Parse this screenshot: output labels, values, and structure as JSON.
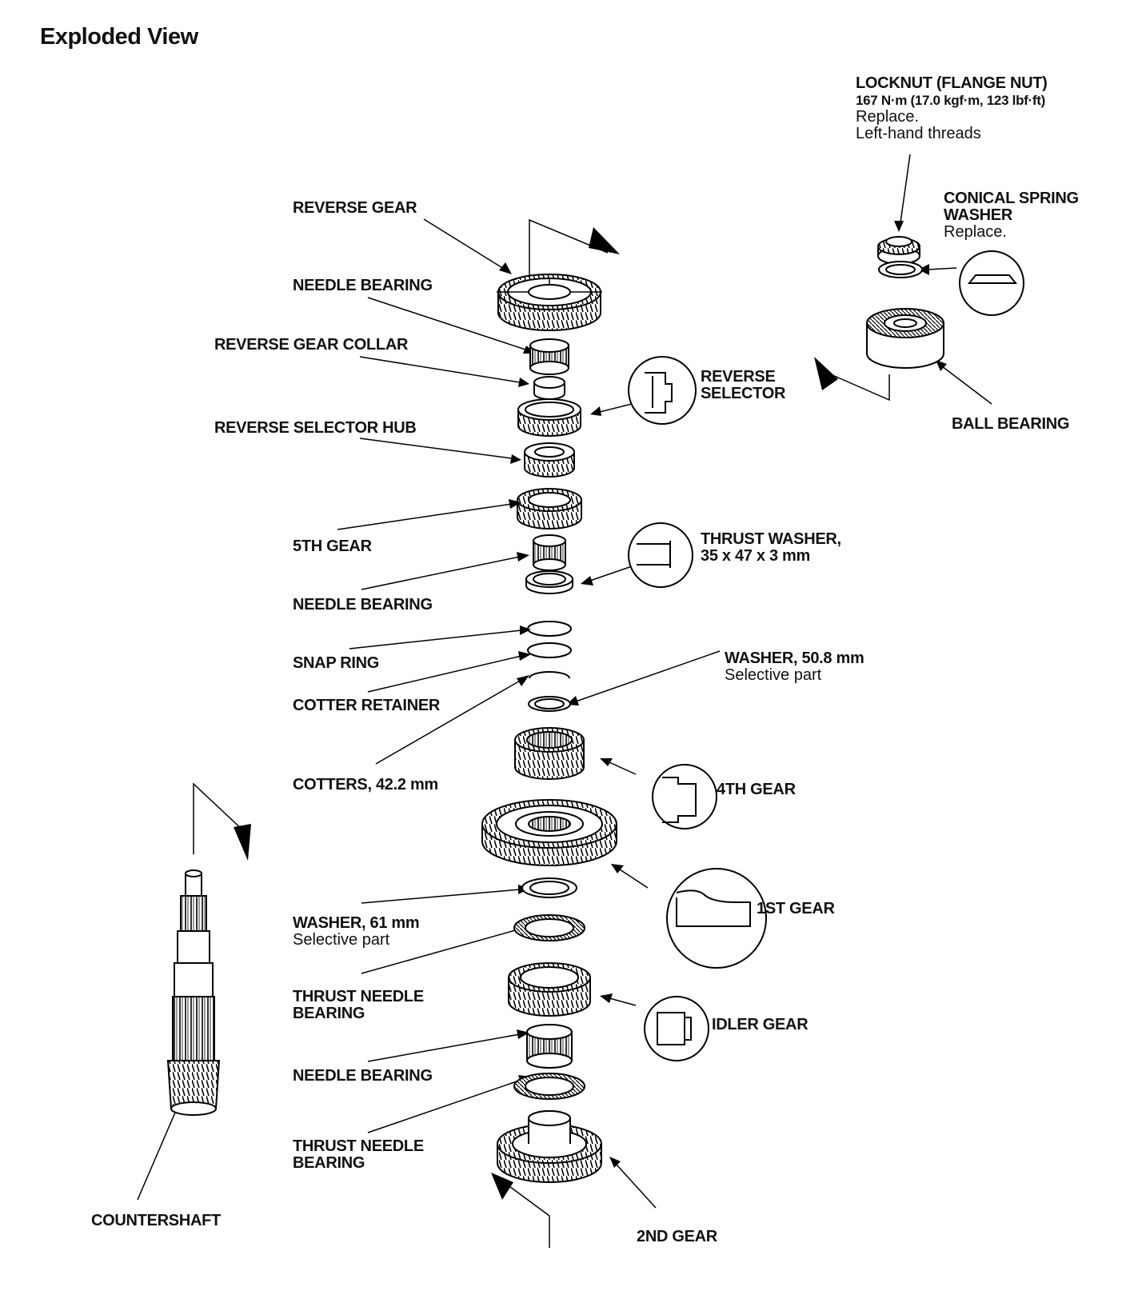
{
  "page_title": "Exploded View",
  "labels": {
    "locknut": {
      "name": "LOCKNUT (FLANGE NUT)",
      "torque": "167 N·m (17.0 kgf·m, 123 lbf·ft)",
      "note1": "Replace.",
      "note2": "Left-hand threads"
    },
    "conical_spring_washer": {
      "line1": "CONICAL SPRING",
      "line2": "WASHER",
      "note": "Replace."
    },
    "ball_bearing": "BALL BEARING",
    "reverse_gear": "REVERSE GEAR",
    "needle_bearing_top": "NEEDLE BEARING",
    "reverse_gear_collar": "REVERSE GEAR COLLAR",
    "reverse_selector": {
      "line1": "REVERSE",
      "line2": "SELECTOR"
    },
    "reverse_selector_hub": "REVERSE SELECTOR HUB",
    "fifth_gear": "5TH GEAR",
    "thrust_washer": {
      "line1": "THRUST WASHER,",
      "line2": "35 x 47 x 3 mm"
    },
    "needle_bearing_mid": "NEEDLE BEARING",
    "snap_ring": "SNAP RING",
    "washer_508": {
      "name": "WASHER, 50.8 mm",
      "note": "Selective part"
    },
    "cotter_retainer": "COTTER RETAINER",
    "cotters": "COTTERS, 42.2 mm",
    "fourth_gear": "4TH GEAR",
    "first_gear": "1ST GEAR",
    "washer_61": {
      "name": "WASHER, 61 mm",
      "note": "Selective part"
    },
    "thrust_needle_bearing_1": {
      "line1": "THRUST NEEDLE",
      "line2": "BEARING"
    },
    "idler_gear": "IDLER GEAR",
    "needle_bearing_low": "NEEDLE BEARING",
    "thrust_needle_bearing_2": {
      "line1": "THRUST NEEDLE",
      "line2": "BEARING"
    },
    "countershaft": "COUNTERSHAFT",
    "second_gear": "2ND GEAR"
  }
}
